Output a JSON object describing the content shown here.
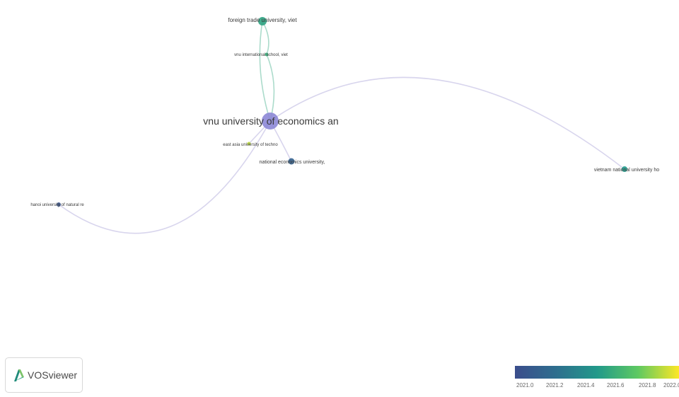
{
  "network": {
    "nodes": [
      {
        "id": "vnu-ueb",
        "label": "vnu university of economics an",
        "year": 2021.05
      },
      {
        "id": "ftu",
        "label": "foreign trade university, viet",
        "year": 2021.55
      },
      {
        "id": "vnu-is",
        "label": "vnu international school, viet",
        "year": 2021.6
      },
      {
        "id": "eaut",
        "label": "east asia university of techno",
        "year": 2021.9
      },
      {
        "id": "neu",
        "label": "national economics university,",
        "year": 2021.15
      },
      {
        "id": "vnu-hcm",
        "label": "vietnam national university ho",
        "year": 2021.5
      },
      {
        "id": "hunre",
        "label": "hanoi university of natural re",
        "year": 2021.05
      }
    ],
    "links": [
      {
        "source": "vnu-ueb",
        "target": "ftu"
      },
      {
        "source": "vnu-ueb",
        "target": "vnu-is"
      },
      {
        "source": "vnu-ueb",
        "target": "eaut"
      },
      {
        "source": "vnu-ueb",
        "target": "neu"
      },
      {
        "source": "vnu-ueb",
        "target": "vnu-hcm"
      },
      {
        "source": "vnu-ueb",
        "target": "hunre"
      },
      {
        "source": "ftu",
        "target": "vnu-is"
      }
    ]
  },
  "logo": {
    "text": "VOSviewer"
  },
  "legend": {
    "min": 2021.0,
    "max": 2022.0,
    "ticks": [
      "2021.0",
      "2021.2",
      "2021.4",
      "2021.6",
      "2021.8",
      "2022.0"
    ],
    "colors": [
      "#3b4d8c",
      "#2e6e8e",
      "#21998a",
      "#5ec962",
      "#fde725"
    ]
  }
}
